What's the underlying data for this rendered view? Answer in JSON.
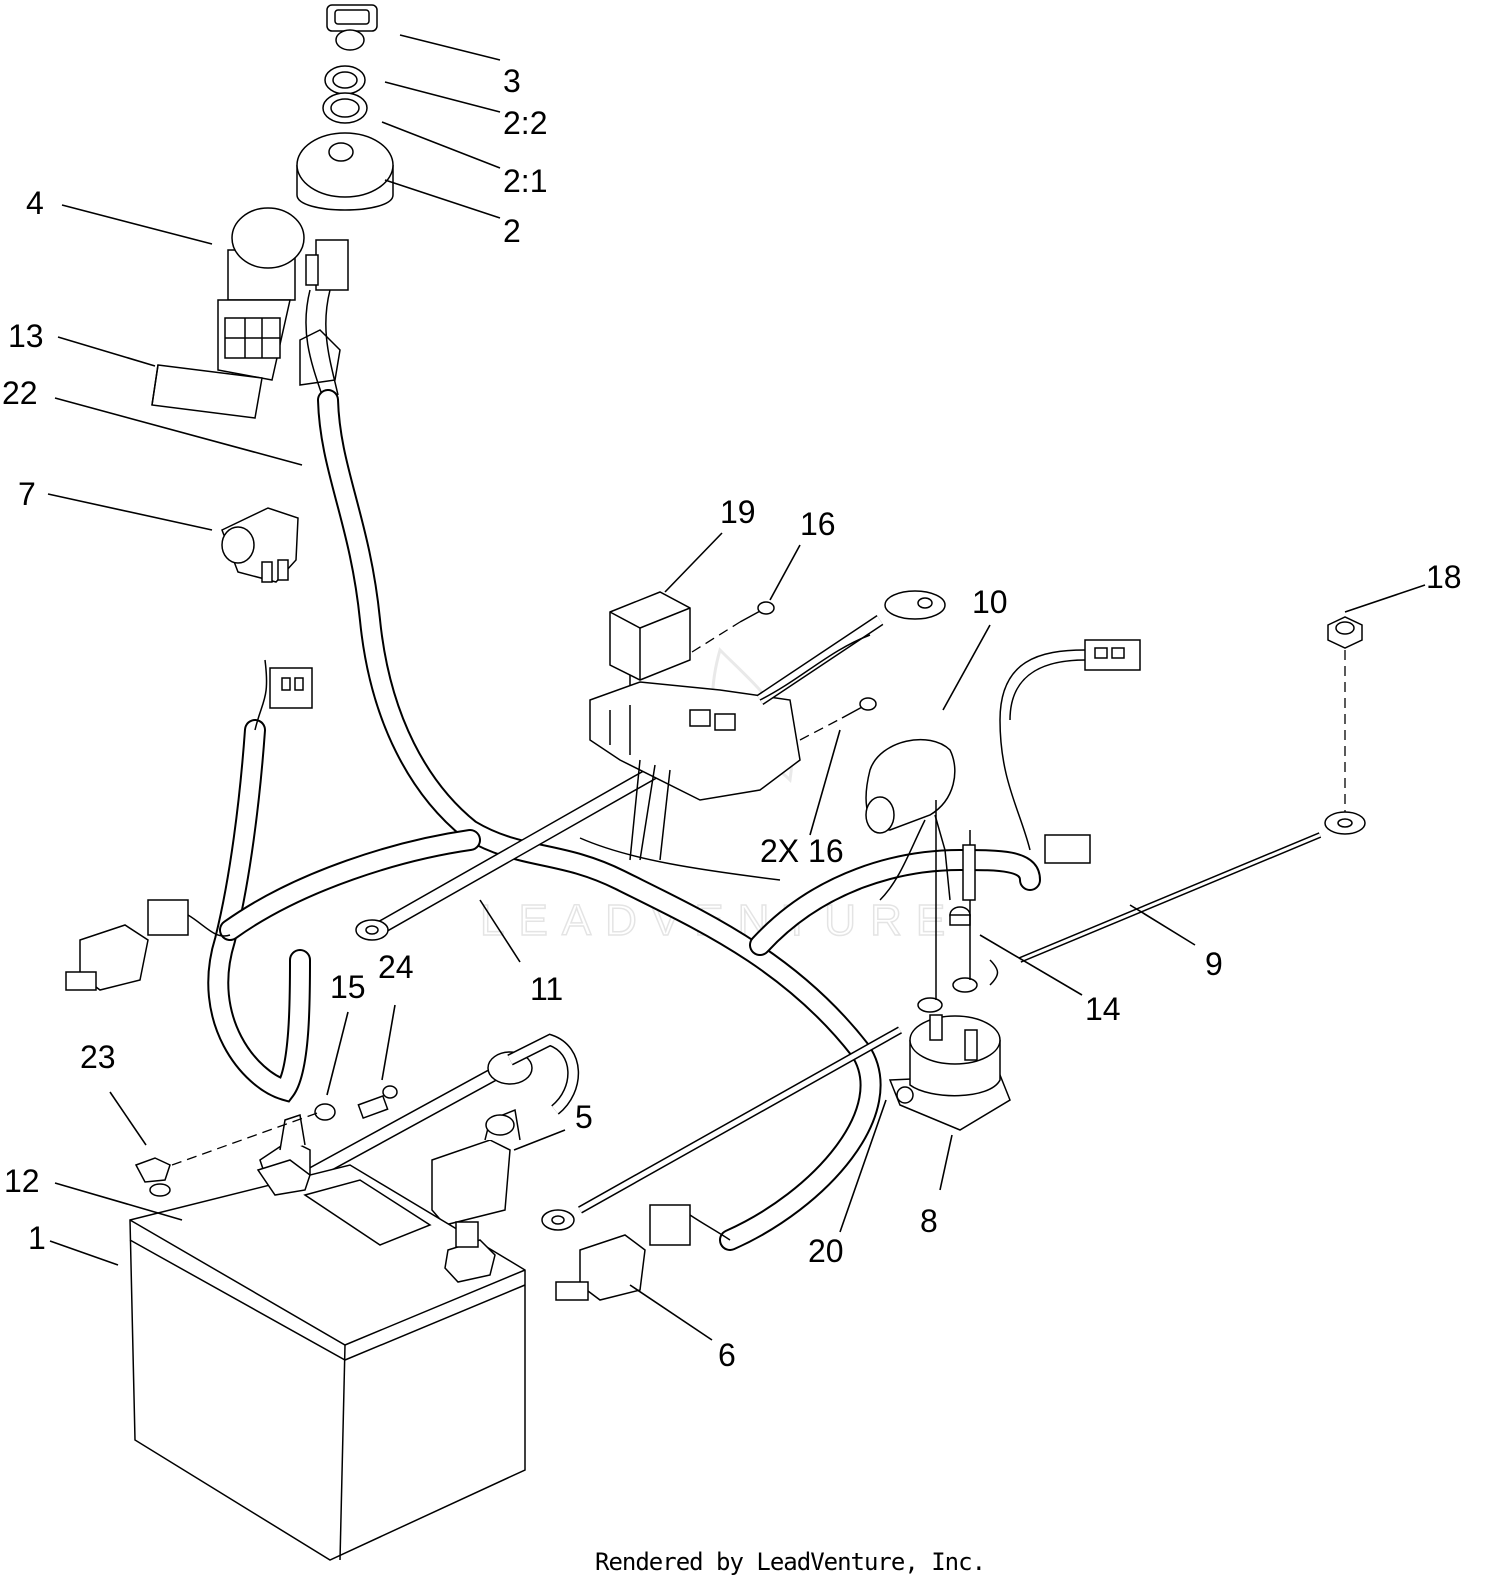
{
  "callouts": [
    {
      "id": "c3",
      "text": "3"
    },
    {
      "id": "c2-2",
      "text": "2:2"
    },
    {
      "id": "c2-1",
      "text": "2:1"
    },
    {
      "id": "c2",
      "text": "2"
    },
    {
      "id": "c4",
      "text": "4"
    },
    {
      "id": "c13",
      "text": "13"
    },
    {
      "id": "c22",
      "text": "22"
    },
    {
      "id": "c7",
      "text": "7"
    },
    {
      "id": "c19",
      "text": "19"
    },
    {
      "id": "c16",
      "text": "16"
    },
    {
      "id": "c10",
      "text": "10"
    },
    {
      "id": "c18",
      "text": "18"
    },
    {
      "id": "c2x16",
      "text": "2X 16"
    },
    {
      "id": "c11",
      "text": "11"
    },
    {
      "id": "c9",
      "text": "9"
    },
    {
      "id": "c14",
      "text": "14"
    },
    {
      "id": "c15",
      "text": "15"
    },
    {
      "id": "c24",
      "text": "24"
    },
    {
      "id": "c23",
      "text": "23"
    },
    {
      "id": "c5",
      "text": "5"
    },
    {
      "id": "c12",
      "text": "12"
    },
    {
      "id": "c1",
      "text": "1"
    },
    {
      "id": "c20",
      "text": "20"
    },
    {
      "id": "c8",
      "text": "8"
    },
    {
      "id": "c6",
      "text": "6"
    }
  ],
  "watermark": "LEADVENTURE",
  "footer": "Rendered by LeadVenture, Inc."
}
